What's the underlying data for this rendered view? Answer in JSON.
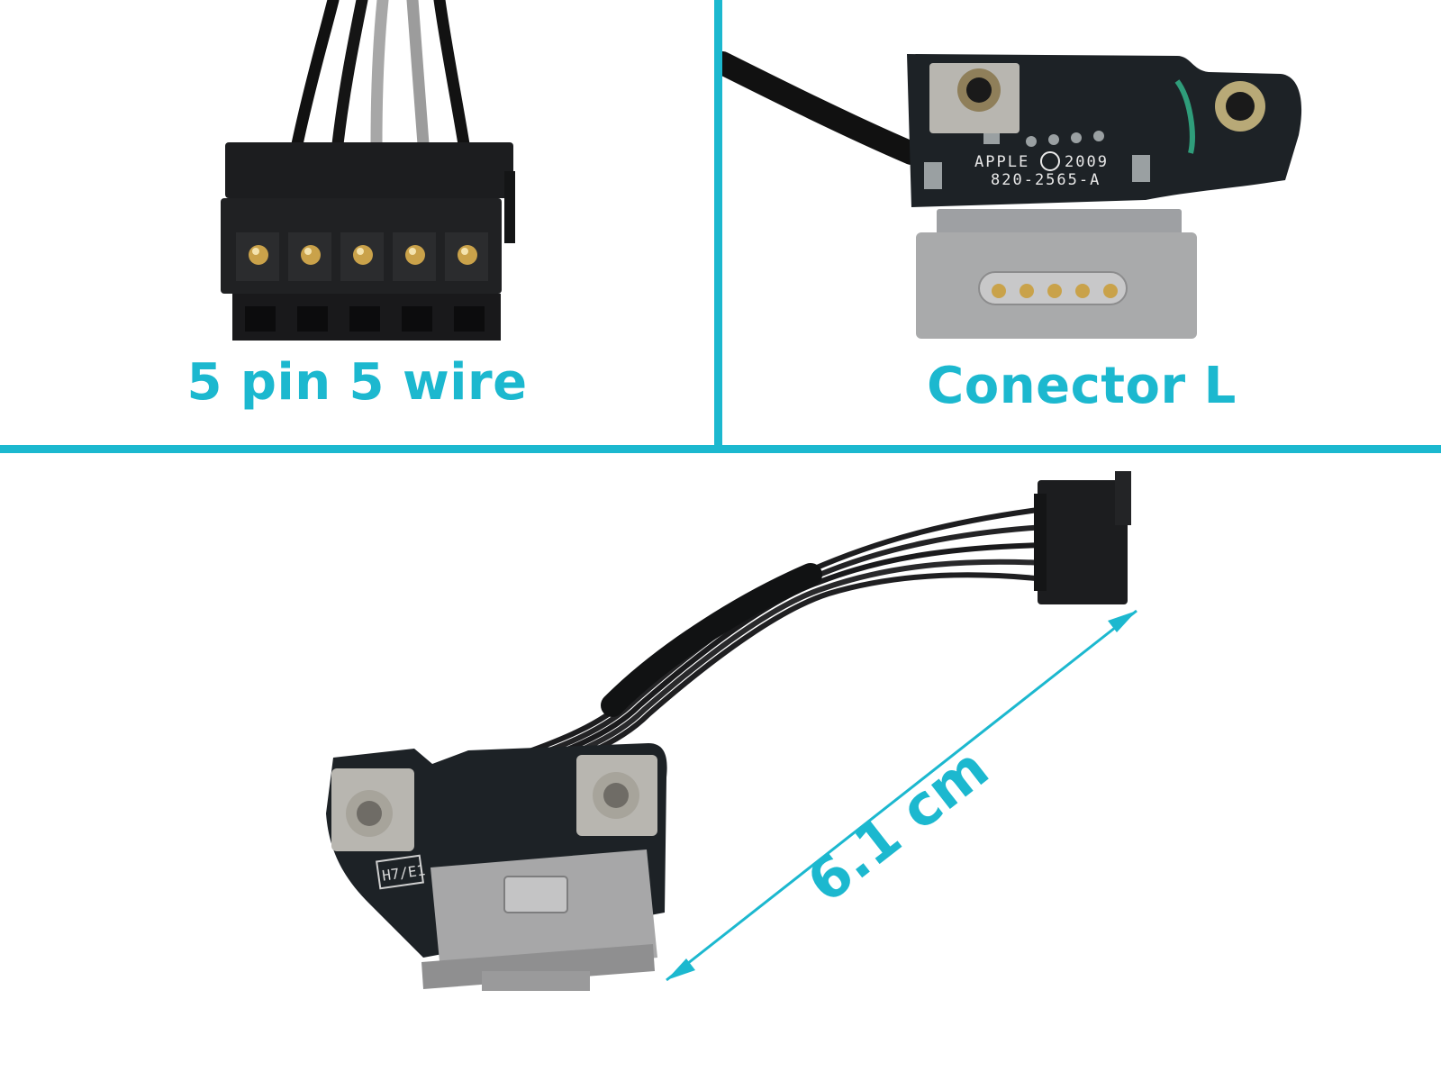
{
  "panels": {
    "top_left": {
      "caption": "5 pin 5 wire"
    },
    "top_right": {
      "caption": "Conector L",
      "pcb_line_1": "APPLE",
      "pcb_line_1b": "2009",
      "pcb_line_2": "820-2565-A"
    },
    "bottom": {
      "dimension_label": "6.1 cm",
      "board_marking": "H7/E1"
    }
  },
  "colors": {
    "accent": "#1cb8cf",
    "pcb": "#1d2226",
    "connector_housing": "#1c1d1f",
    "magsafe_socket": "#a9aaab",
    "gold_pin": "#c9a24a"
  }
}
